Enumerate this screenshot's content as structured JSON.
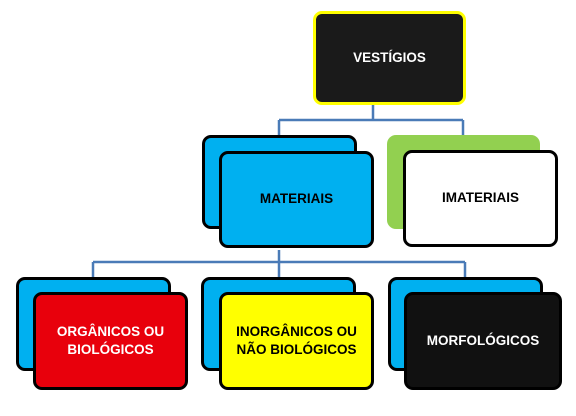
{
  "diagram": {
    "root": {
      "label": "VESTÍGIOS",
      "fill": "#1a1a1a",
      "border": "#ffff00",
      "text_color": "#ffffff"
    },
    "level1": [
      {
        "label": "MATERIAIS",
        "fill": "#00b0f0",
        "shadow_fill": "#00b0f0",
        "text_color": "#000000"
      },
      {
        "label": "IMATERIAIS",
        "fill": "#ffffff",
        "shadow_fill": "#92d050",
        "text_color": "#000000"
      }
    ],
    "level2": [
      {
        "label": "ORGÂNICOS OU BIOLÓGICOS",
        "fill": "#e8000c",
        "shadow_fill": "#00b0f0",
        "text_color": "#ffffff"
      },
      {
        "label": "INORGÂNICOS OU NÃO BIOLÓGICOS",
        "fill": "#ffff00",
        "shadow_fill": "#00b0f0",
        "text_color": "#000000"
      },
      {
        "label": "MORFOLÓGICOS",
        "fill": "#111111",
        "shadow_fill": "#00b0f0",
        "text_color": "#ffffff"
      }
    ],
    "connector_color": "#4a7bb7"
  }
}
